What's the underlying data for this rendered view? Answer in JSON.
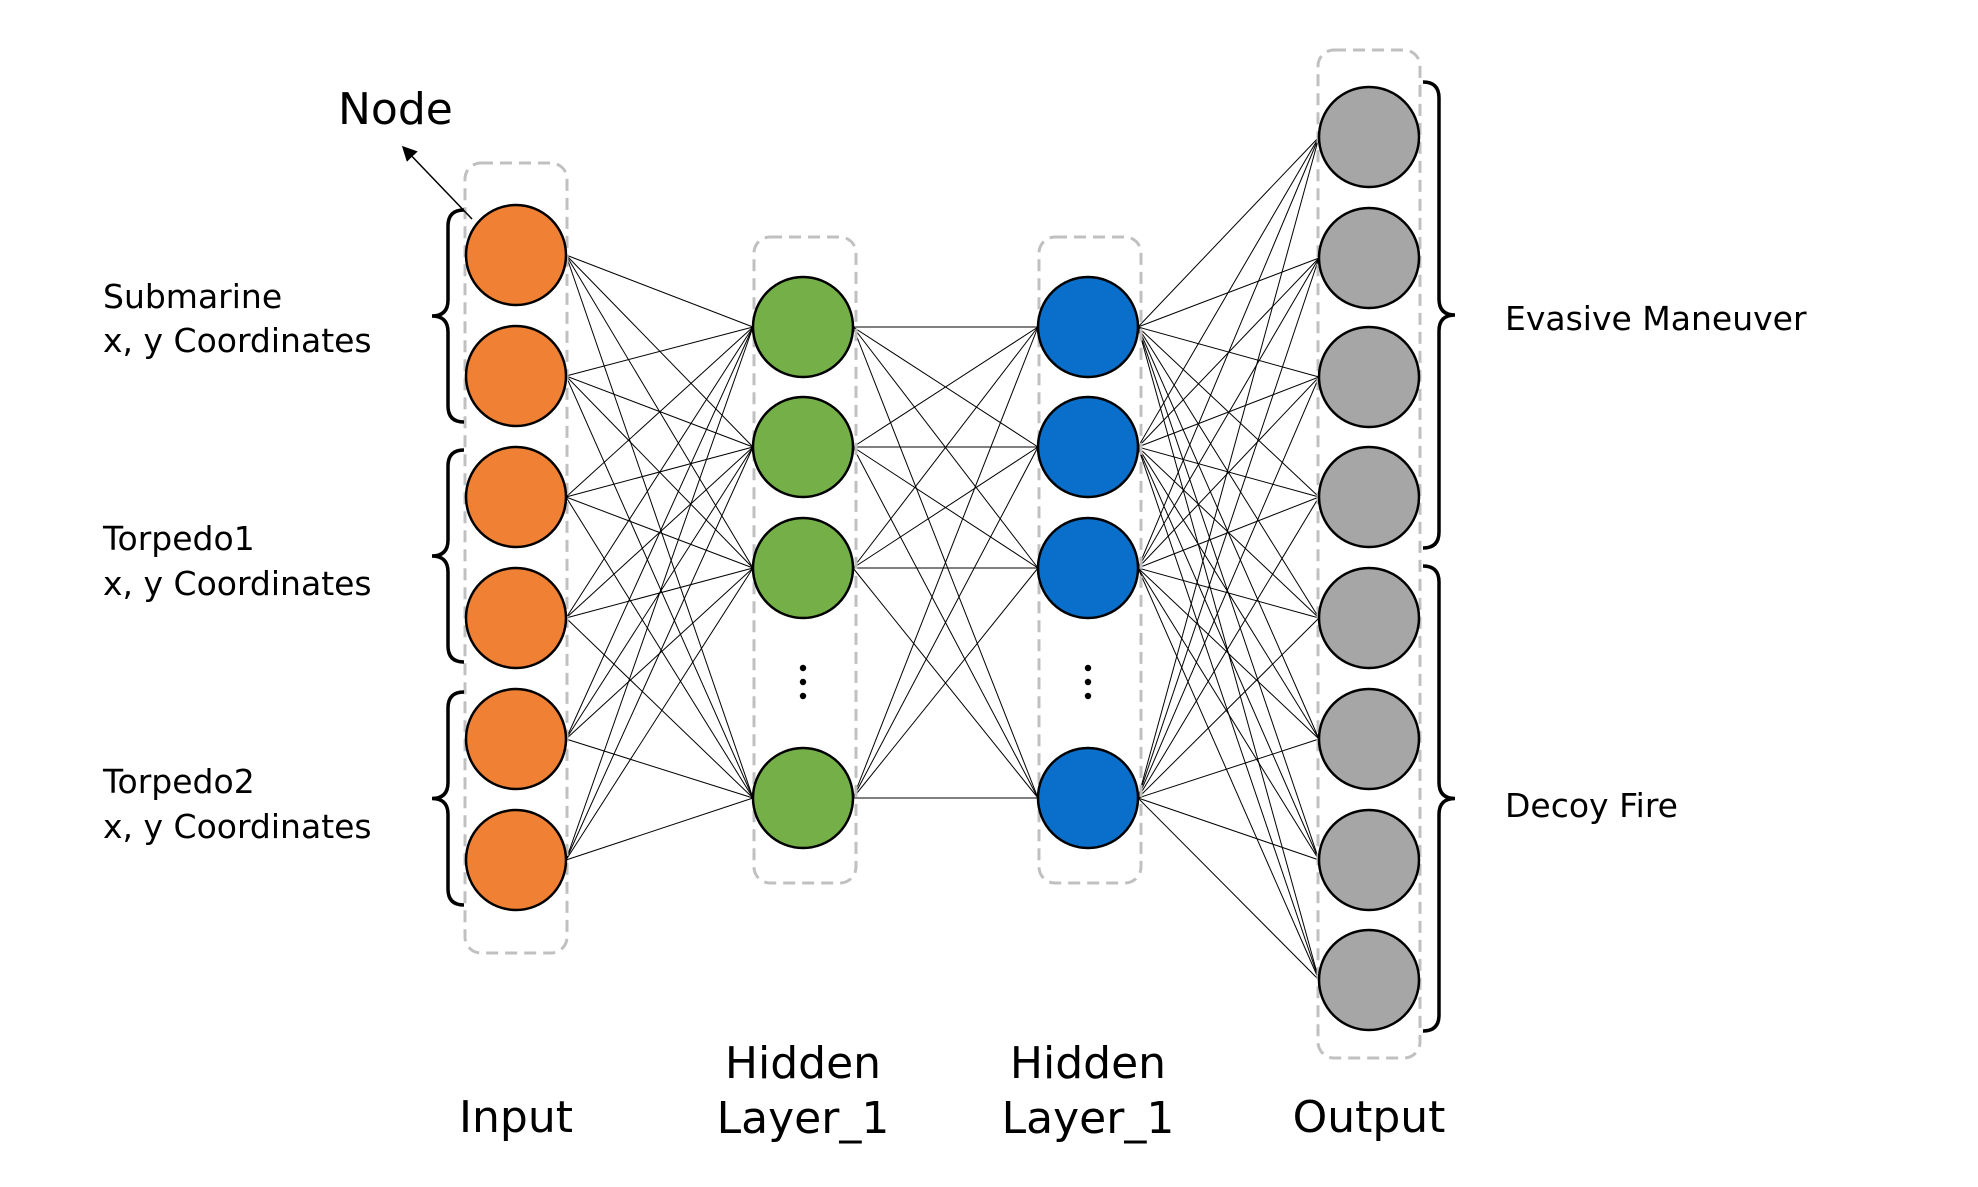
{
  "annotations": {
    "node_label": "Node"
  },
  "input_groups": [
    {
      "line1": "Submarine",
      "line2": "x, y Coordinates"
    },
    {
      "line1": "Torpedo1",
      "line2": "x, y Coordinates"
    },
    {
      "line1": "Torpedo2",
      "line2": "x, y Coordinates"
    }
  ],
  "output_groups": [
    {
      "label": "Evasive Maneuver"
    },
    {
      "label": "Decoy Fire"
    }
  ],
  "layers": [
    {
      "id": "input",
      "line1": "Input",
      "line2": "",
      "color": "#f08033",
      "nodes": 6,
      "ellipsis": false
    },
    {
      "id": "hidden1",
      "line1": "Hidden",
      "line2": "Layer_1",
      "color": "#74b047",
      "nodes": 4,
      "ellipsis": true
    },
    {
      "id": "hidden2",
      "line1": "Hidden",
      "line2": "Layer_1",
      "color": "#0a6fca",
      "nodes": 4,
      "ellipsis": true
    },
    {
      "id": "output",
      "line1": "Output",
      "line2": "",
      "color": "#a6a6a6",
      "nodes": 8,
      "ellipsis": false
    }
  ],
  "colors": {
    "node_stroke": "#000000",
    "edge": "#000000",
    "group_box": "#c0c0c0"
  }
}
